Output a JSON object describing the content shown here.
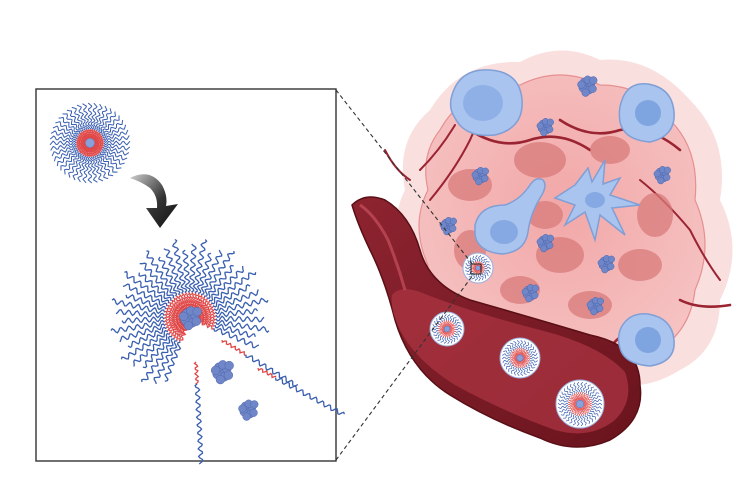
{
  "diagram": {
    "type": "schematic-illustration",
    "panels": [
      "zoom-inset",
      "tumor-tissue-with-blood-vessel"
    ],
    "inset": {
      "contents": [
        "intact-micelle",
        "curved-arrow",
        "disassembling-micelle",
        "released-protein-cargo"
      ]
    },
    "tissue": {
      "contents": [
        "tumor-cell-cluster",
        "blood-vessel",
        "immune-cells",
        "protein-aggregates",
        "micelles-in-circulation",
        "capillaries"
      ]
    },
    "colors": {
      "polymer_blue": "#3a5fb0",
      "polymer_red": "#e04848",
      "protein": "#6f86c8",
      "tumor_pink": "#ef9c9c",
      "tumor_dark": "#d97b7b",
      "vessel_dark": "#7a1c25",
      "vessel_lumen": "#9b2432",
      "immune_cell": "#a9c4ee",
      "immune_nucleus": "#7fa5e0",
      "inset_border": "#333333"
    }
  }
}
